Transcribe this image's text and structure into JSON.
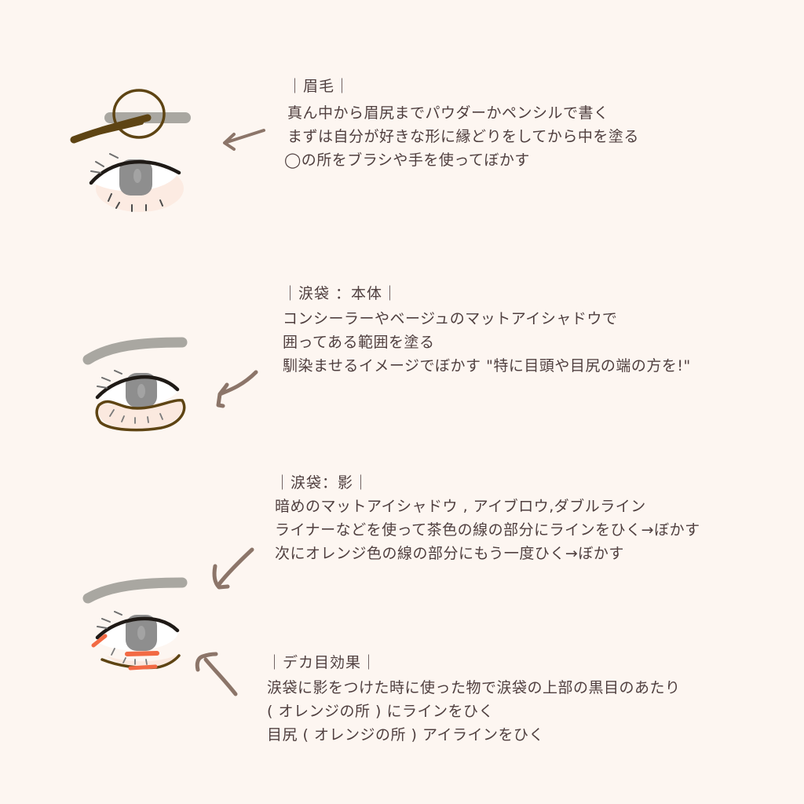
{
  "colors": {
    "background": "#fdf6f1",
    "text": "#4f3f3f",
    "brow_brown": "#5e4413",
    "brow_gray": "#a9a7a1",
    "eyeliner": "#1f1a16",
    "iris": "#8e8e8e",
    "arrow": "#8c7569",
    "orange": "#f26a44",
    "skin_highlight": "#fbe9df"
  },
  "sections": [
    {
      "id": "eyebrow",
      "heading": "｜眉毛｜",
      "lines": [
        "真ん中から眉尻までパウダーかペンシルで書く",
        "まずは自分が好きな形に縁どりをしてから中を塗る",
        "◯の所をブラシや手を使ってぼかす"
      ]
    },
    {
      "id": "tear-bag-body",
      "heading": "｜涙袋 ：本体｜",
      "lines": [
        "コンシーラーやベージュのマットアイシャドウで",
        "囲ってある範囲を塗る",
        "馴染ませるイメージでぼかす \"特に目頭や目尻の端の方を!\""
      ]
    },
    {
      "id": "tear-bag-shadow",
      "heading": "｜涙袋：影｜",
      "lines": [
        "暗めのマットアイシャドウ , アイブロウ,ダブルライン",
        "ライナーなどを使って茶色の線の部分にラインをひく→ぼかす",
        "次にオレンジ色の線の部分にもう一度ひく→ぼかす"
      ]
    },
    {
      "id": "big-eye-effect",
      "heading": "｜デカ目効果｜",
      "lines": [
        "涙袋に影をつけた時に使った物で涙袋の上部の黒目のあたり",
        "( オレンジの所 ) にラインをひく",
        "目尻 ( オレンジの所 ) アイラインをひく"
      ]
    }
  ],
  "illustrations": [
    {
      "name": "eye-illustration-eyebrow",
      "icon": "eye-with-circled-brow"
    },
    {
      "name": "eye-illustration-tear-bag-body",
      "icon": "eye-with-outlined-tear-bag"
    },
    {
      "name": "eye-illustration-shadow",
      "icon": "eye-with-orange-lines"
    }
  ],
  "arrows": [
    {
      "name": "arrow-eyebrow",
      "icon": "arrow-left-icon"
    },
    {
      "name": "arrow-tear-bag-body",
      "icon": "arrow-down-left-icon"
    },
    {
      "name": "arrow-tear-bag-shadow",
      "icon": "arrow-down-left-icon"
    },
    {
      "name": "arrow-big-eye",
      "icon": "arrow-up-left-icon"
    }
  ]
}
